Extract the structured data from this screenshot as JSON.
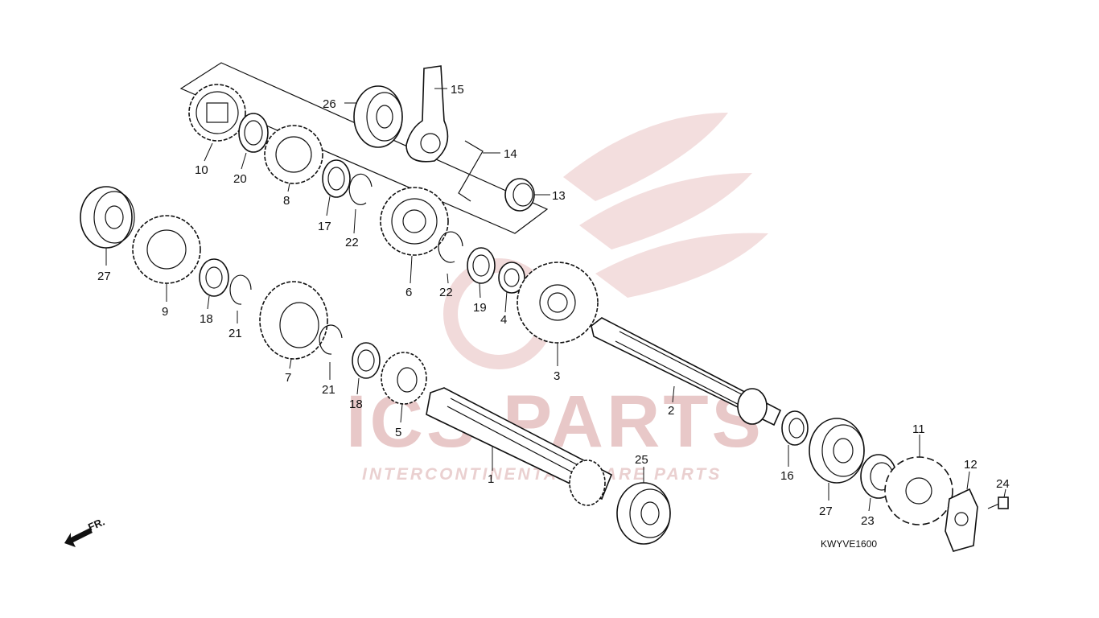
{
  "diagram_code": "KWYVE1600",
  "direction_label": "FR.",
  "watermark": {
    "brand": "ICS PARTS",
    "tagline": "INTERCONTINENTAL SPARE PARTS"
  },
  "callouts": [
    {
      "id": "c1",
      "label": "1"
    },
    {
      "id": "c2",
      "label": "2"
    },
    {
      "id": "c3",
      "label": "3"
    },
    {
      "id": "c4",
      "label": "4"
    },
    {
      "id": "c5",
      "label": "5"
    },
    {
      "id": "c6",
      "label": "6"
    },
    {
      "id": "c7",
      "label": "7"
    },
    {
      "id": "c8",
      "label": "8"
    },
    {
      "id": "c9",
      "label": "9"
    },
    {
      "id": "c10",
      "label": "10"
    },
    {
      "id": "c11",
      "label": "11"
    },
    {
      "id": "c12",
      "label": "12"
    },
    {
      "id": "c13",
      "label": "13"
    },
    {
      "id": "c14",
      "label": "14"
    },
    {
      "id": "c15",
      "label": "15"
    },
    {
      "id": "c16",
      "label": "16"
    },
    {
      "id": "c17",
      "label": "17"
    },
    {
      "id": "c18a",
      "label": "18"
    },
    {
      "id": "c18b",
      "label": "18"
    },
    {
      "id": "c19",
      "label": "19"
    },
    {
      "id": "c20",
      "label": "20"
    },
    {
      "id": "c21a",
      "label": "21"
    },
    {
      "id": "c21b",
      "label": "21"
    },
    {
      "id": "c22a",
      "label": "22"
    },
    {
      "id": "c22b",
      "label": "22"
    },
    {
      "id": "c23",
      "label": "23"
    },
    {
      "id": "c24",
      "label": "24"
    },
    {
      "id": "c25",
      "label": "25"
    },
    {
      "id": "c26",
      "label": "26"
    },
    {
      "id": "c27a",
      "label": "27"
    },
    {
      "id": "c27b",
      "label": "27"
    }
  ]
}
